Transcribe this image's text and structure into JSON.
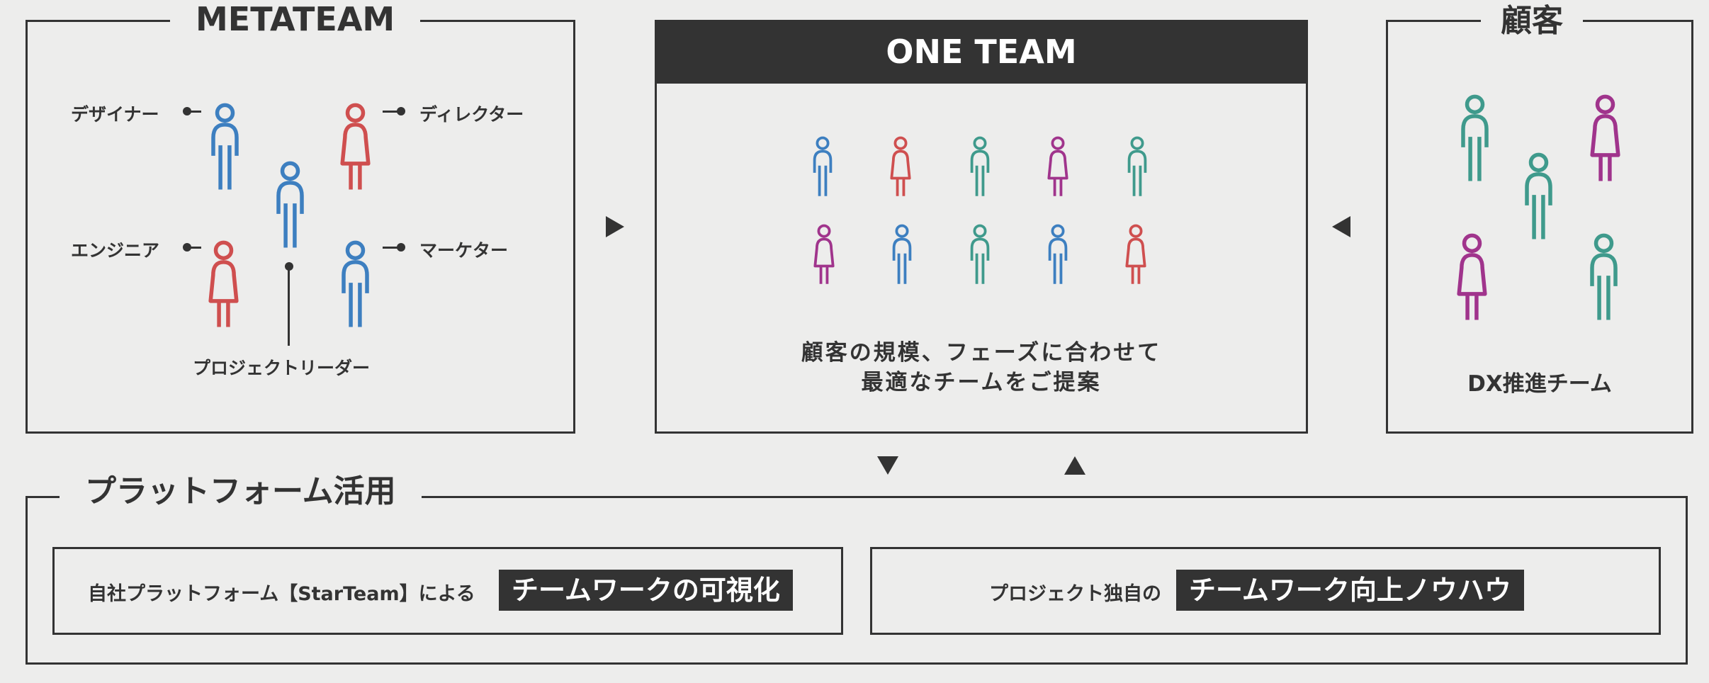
{
  "metateam": {
    "title": "METATEAM",
    "roles": {
      "designer": "デザイナー",
      "director": "ディレクター",
      "engineer": "エンジニア",
      "marketer": "マーケター",
      "project_leader": "プロジェクトリーダー"
    }
  },
  "one_team": {
    "title": "ONE TEAM",
    "caption_line1": "顧客の規模、フェーズに合わせて",
    "caption_line2": "最適なチームをご提案"
  },
  "customer": {
    "title": "顧客",
    "caption": "DX推進チーム"
  },
  "platform": {
    "title": "プラットフォーム活用",
    "left_prefix": "自社プラットフォーム【StarTeam】による",
    "left_highlight": "チームワークの可視化",
    "right_prefix": "プロジェクト独自の",
    "right_highlight": "チームワーク向上ノウハウ"
  },
  "colors": {
    "blue": "#3d7fc0",
    "red": "#cf4f4f",
    "teal": "#3f9a8c",
    "purple": "#a0348c",
    "dark": "#333333",
    "background": "#ededec"
  },
  "icons": {
    "person": "person-icon",
    "arrow_right": "triangle-right-icon",
    "arrow_left": "triangle-left-icon",
    "arrow_down": "triangle-down-icon",
    "arrow_up": "triangle-up-icon"
  }
}
